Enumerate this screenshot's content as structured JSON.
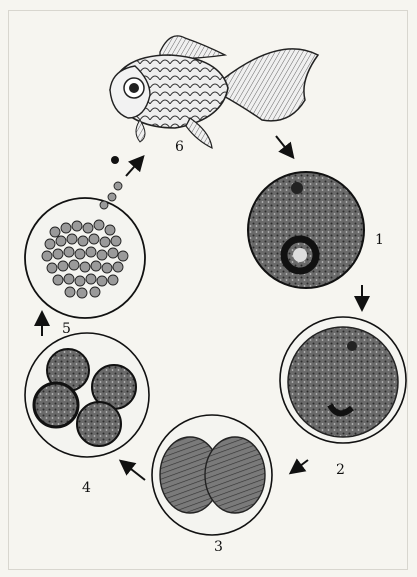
{
  "figure": {
    "stages": [
      {
        "label": "1"
      },
      {
        "label": "2"
      },
      {
        "label": "3"
      },
      {
        "label": "4"
      },
      {
        "label": "5"
      },
      {
        "label": "6"
      }
    ]
  }
}
